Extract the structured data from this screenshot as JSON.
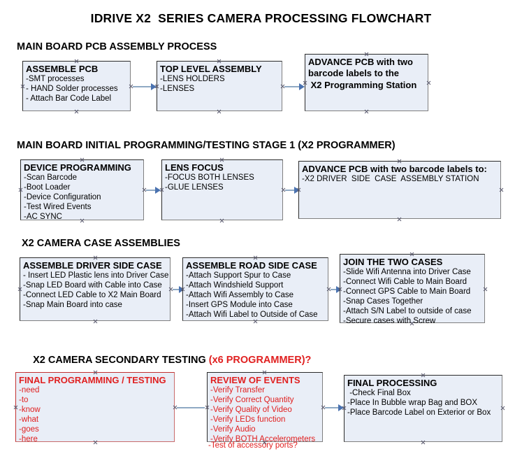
{
  "document": {
    "title": "IDRIVE X2  SERIES CAMERA PROCESSING FLOWCHART",
    "accent_red": "#e02020",
    "box_fill": "#e9eef7",
    "connector_color": "#8fa9c4"
  },
  "sections": [
    {
      "id": "main-board-pcb-assembly",
      "heading": "MAIN BOARD PCB ASSEMBLY PROCESS",
      "boxes": [
        {
          "id": "assemble-pcb",
          "title": "ASSEMBLE PCB",
          "lines": [
            "-SMT processes",
            "- HAND Solder processes",
            "- Attach Bar Code Label"
          ]
        },
        {
          "id": "top-level-assembly",
          "title": "TOP LEVEL ASSEMBLY",
          "lines": [
            "-LENS HOLDERS",
            "-LENSES"
          ]
        },
        {
          "id": "advance-pcb-x2-programming-station",
          "title": "ADVANCE PCB with two",
          "lines": [
            "barcode labels to the",
            " X2 Programming Station"
          ]
        }
      ]
    },
    {
      "id": "main-board-initial-programming",
      "heading": "MAIN BOARD INITIAL PROGRAMMING/TESTING STAGE 1 (X2 PROGRAMMER)",
      "boxes": [
        {
          "id": "device-programming",
          "title": "DEVICE PROGRAMMING",
          "lines": [
            "-Scan Barcode",
            "-Boot Loader",
            "-Device Configuration",
            "-Test Wired Events",
            "-AC SYNC"
          ]
        },
        {
          "id": "lens-focus",
          "title": "LENS FOCUS",
          "lines": [
            "-FOCUS BOTH LENSES",
            "-GLUE LENSES"
          ]
        },
        {
          "id": "advance-pcb-driver-side-case",
          "title": "ADVANCE PCB with two barcode labels to:",
          "lines": [
            "-X2 DRIVER  SIDE  CASE  ASSEMBLY STATION"
          ]
        }
      ]
    },
    {
      "id": "x2-camera-case-assemblies",
      "heading": "X2 CAMERA CASE ASSEMBLIES",
      "boxes": [
        {
          "id": "assemble-driver-side-case",
          "title": "ASSEMBLE DRIVER SIDE CASE",
          "lines": [
            "- Insert LED Plastic lens into Driver Case",
            "-Snap LED Board with Cable into Case",
            "-Connect LED Cable to X2 Main Board",
            "-Snap Main Board into case"
          ]
        },
        {
          "id": "assemble-road-side-case",
          "title": "ASSEMBLE ROAD SIDE CASE",
          "lines": [
            "-Attach Support Spur to Case",
            "-Attach Windshield Support",
            "-Attach Wifi Assembly to Case",
            "-Insert GPS Module into Case",
            "-Attach Wifi Label to Outside of Case"
          ]
        },
        {
          "id": "join-the-two-cases",
          "title": "JOIN THE TWO CASES",
          "lines": [
            "-Slide Wifi Antenna into Driver Case",
            "-Connect Wifi Cable to Main Board",
            "-Connect GPS Cable to Main Board",
            "-Snap Cases Together",
            "-Attach S/N Label to outside of case",
            "-Secure cases with Screw"
          ]
        }
      ]
    },
    {
      "id": "x2-camera-secondary-testing",
      "heading": "X2 CAMERA SECONDARY TESTING ",
      "heading_red": "(x6 PROGRAMMER)?",
      "boxes": [
        {
          "id": "final-programming-testing",
          "title": "FINAL PROGRAMMING / TESTING",
          "lines": [
            "-need",
            "-to",
            "-know",
            "-what",
            "-goes",
            "-here"
          ]
        },
        {
          "id": "review-of-events",
          "title": "REVIEW OF EVENTS",
          "lines": [
            "-Verify Transfer",
            "-Verify Correct Quantity",
            "-Verify Quality of Video",
            "-Verify LEDs function",
            "-Verify Audio",
            "-Verify BOTH Accelerometers"
          ],
          "overflow_line": "-Test of accessory ports?"
        },
        {
          "id": "final-processing",
          "title": "FINAL PROCESSING",
          "lines": [
            " -Check Final Box",
            "-Place In Bubble wrap Bag and BOX",
            "-Place Barcode Label on Exterior or Box"
          ]
        }
      ]
    }
  ]
}
